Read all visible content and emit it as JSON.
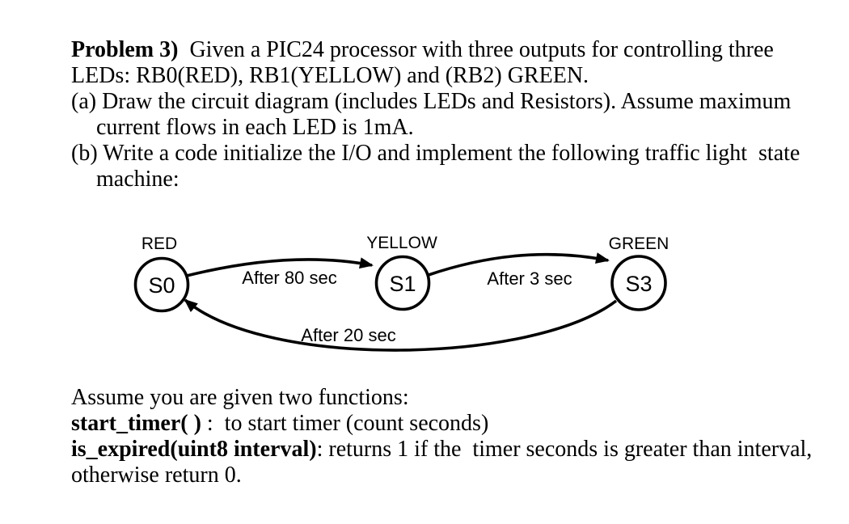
{
  "page": {
    "background": "#ffffff",
    "ink": "#000000"
  },
  "document": {
    "intro": {
      "bold": "Problem 3)",
      "rest": "  Given a PIC24 processor with three outputs for controlling three",
      "line2": "LEDs: RB0(RED), RB1(YELLOW) and (RB2) GREEN."
    },
    "item_a": {
      "line1": "(a) Draw the circuit diagram (includes LEDs and Resistors). Assume maximum",
      "line2": "current flows in each LED is 1mA."
    },
    "item_b": {
      "line1": "(b) Write a code initialize the I/O and implement the following traffic light  state",
      "line2": "machine:"
    }
  },
  "diagram": {
    "states": [
      {
        "id": "S0",
        "light": "RED"
      },
      {
        "id": "S1",
        "light": "YELLOW"
      },
      {
        "id": "S3",
        "light": "GREEN"
      }
    ],
    "transitions": [
      {
        "from": "S0",
        "to": "S1",
        "label": "After 80 sec"
      },
      {
        "from": "S1",
        "to": "S3",
        "label": "After 3 sec"
      },
      {
        "from": "S3",
        "to": "S0",
        "label": "After 20 sec"
      }
    ]
  },
  "functions": {
    "line1": "Assume you are given two functions:",
    "start_timer_bold": "start_timer( )",
    "start_timer_rest": " :  to start timer (count seconds)",
    "is_expired_bold": "is_expired(uint8 interval)",
    "is_expired_rest": ": returns 1 if the  timer seconds is greater than interval,",
    "line4": "otherwise return 0."
  }
}
